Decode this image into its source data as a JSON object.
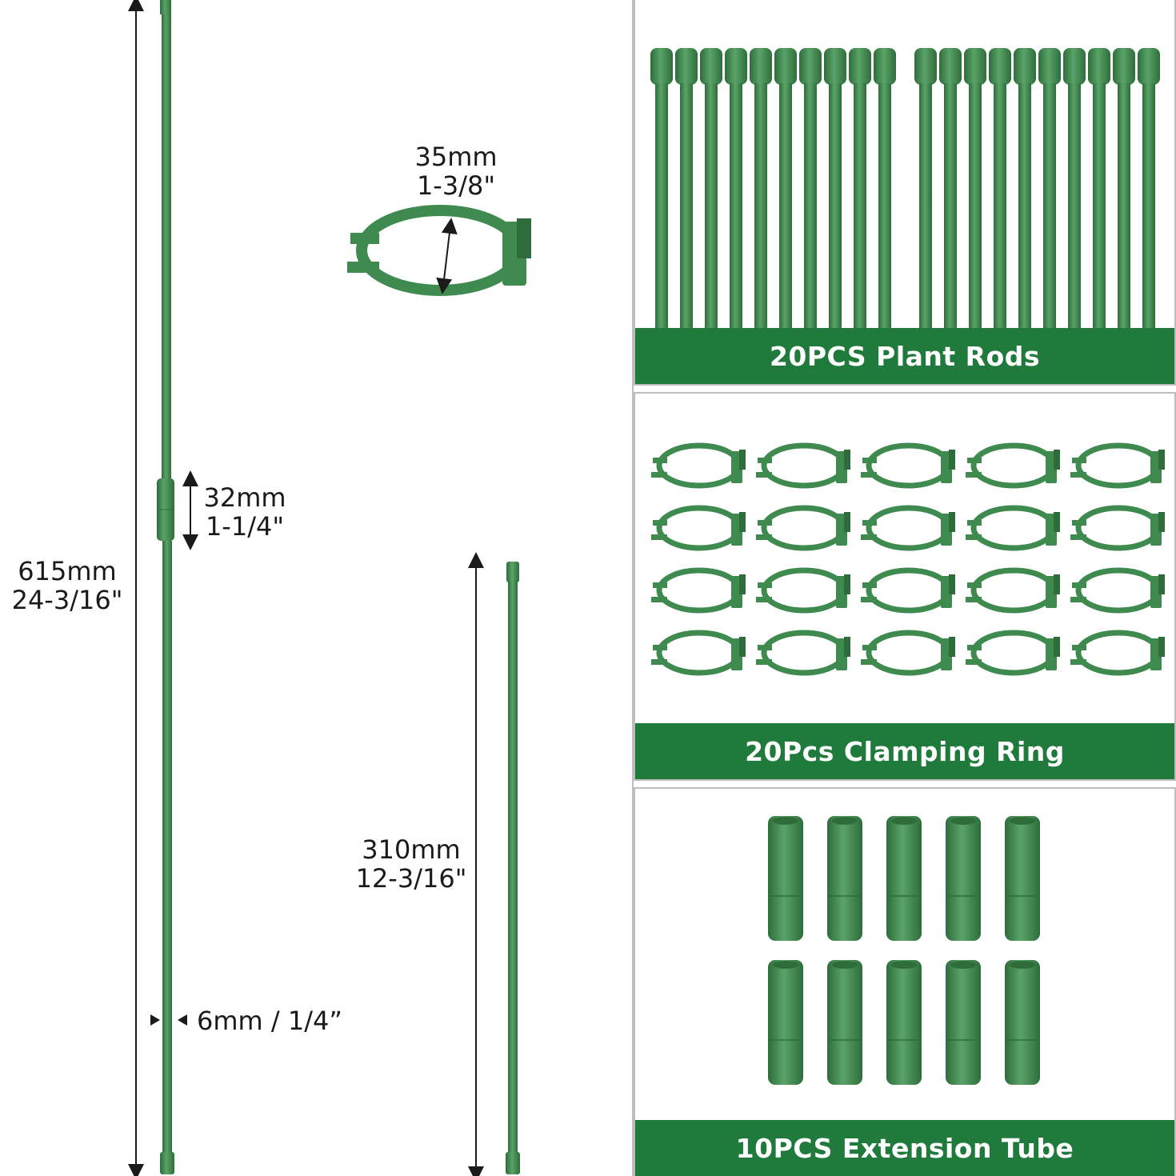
{
  "colors": {
    "rod": "#3f8a4e",
    "rod_dark": "#2e6d3b",
    "rod_light": "#5aa368",
    "banner": "#1f7a3c",
    "arrow": "#1a1a1a"
  },
  "long_rod": {
    "length_mm": "615mm",
    "length_in": "24-3/16\"",
    "connector_mm": "32mm",
    "connector_in": "1-1/4\"",
    "diameter": "6mm / 1/4”"
  },
  "ring_dim": {
    "size_mm": "35mm",
    "size_in": "1-3/8\""
  },
  "short_rod": {
    "length_mm": "310mm",
    "length_in": "12-3/16\""
  },
  "panels": {
    "rods_label": "20PCS Plant Rods",
    "rings_label": "20Pcs Clamping Ring",
    "tubes_label": "10PCS Extension Tube"
  },
  "counts": {
    "rods": 20,
    "rings": 20,
    "tubes": 10
  }
}
